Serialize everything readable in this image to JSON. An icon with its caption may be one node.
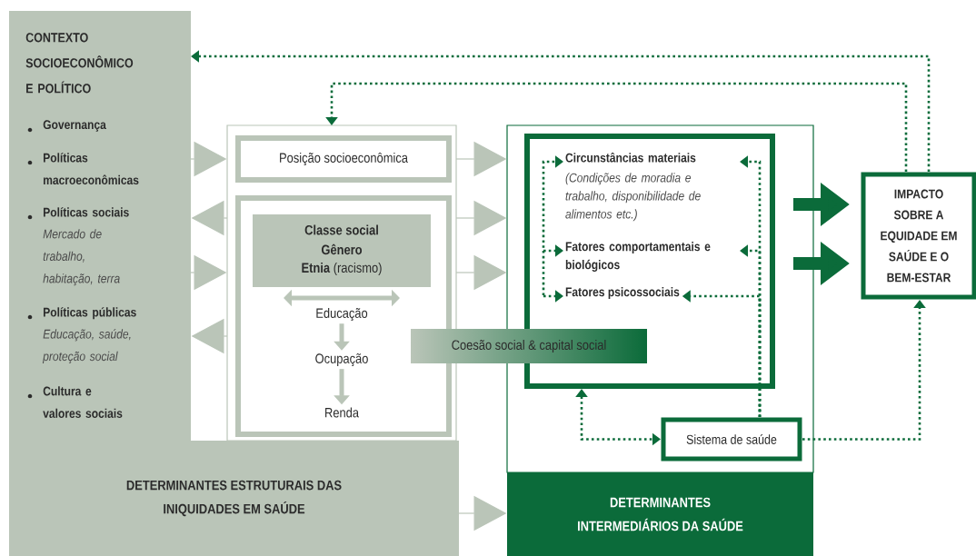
{
  "diagram": {
    "nodes": [
      {
        "text": [
          "CONTEXTO SOCIOECONÔMICO E POLÍTICO",
          "Governança",
          "Políticas macroeconômicas",
          "Políticas sociais",
          "Mercado de trabalho, habitação, terra",
          "Políticas públicas",
          "Educação, saúde, proteção social",
          "Cultura e valores sociais"
        ]
      },
      {
        "text": [
          "DETERMINANTES ESTRUTURAIS DAS INIQUIDADES EM SAÚDE"
        ]
      },
      {
        "text": [],
        "shape": "box"
      },
      {
        "text": [
          "Posição socioeconômica"
        ],
        "in": 2
      },
      {
        "text": [],
        "shape": "box",
        "in": 2
      },
      {
        "text": [
          "Classe social",
          "Gênero",
          "**Etnia** (racismo)"
        ],
        "in": 4
      },
      {
        "text": [
          "Educação"
        ],
        "in": 4
      },
      {
        "text": [
          "Ocupação"
        ],
        "in": 4
      },
      {
        "text": [
          "Renda"
        ],
        "in": 4
      },
      {
        "text": [],
        "shape": "box"
      },
      {
        "text": [
          "DETERMINANTES INTERMEDIÁRIOS DA SAÚDE"
        ]
      },
      {
        "text": [],
        "shape": "box",
        "in": 9
      },
      {
        "text": [
          "Circunstâncias materiais",
          "(Condições de moradia e trabalho, disponibilidade de alimentos etc.)"
        ],
        "in": 11
      },
      {
        "text": [
          "Fatores comportamentais e biológicos"
        ],
        "in": 11
      },
      {
        "text": [
          "Fatores psicossociais"
        ],
        "in": 11
      },
      {
        "text": [
          "Coesão social & capital social"
        ]
      },
      {
        "text": [
          "Sistema de saúde"
        ],
        "in": 9
      },
      {
        "text": [
          "IMPACTO SOBRE A EQUIDADE EM SAÚDE E O BEM-ESTAR"
        ]
      }
    ],
    "edges": [
      {
        "from": 0,
        "to": 2,
        "arrow": "to",
        "color": "#bac5b8"
      },
      {
        "from": 2,
        "to": 0,
        "arrow": "to",
        "color": "#bac5b8"
      },
      {
        "from": 0,
        "to": 2,
        "arrow": "to",
        "color": "#bac5b8"
      },
      {
        "from": 2,
        "to": 0,
        "arrow": "to",
        "color": "#bac5b8"
      },
      {
        "from": 2,
        "to": 9,
        "arrow": "to",
        "color": "#bac5b8"
      },
      {
        "from": 2,
        "to": 9,
        "arrow": "to",
        "color": "#bac5b8"
      },
      {
        "from": 2,
        "to": 9,
        "arrow": "to",
        "color": "#bac5b8"
      },
      {
        "from": 1,
        "to": 10,
        "arrow": "to",
        "color": "#bac5b8"
      },
      {
        "from": 6,
        "to": 7,
        "arrow": "to",
        "style": "thick",
        "color": "#bac5b8"
      },
      {
        "from": 7,
        "to": 8,
        "arrow": "to",
        "style": "thick",
        "color": "#bac5b8"
      },
      {
        "from": 11,
        "to": 17,
        "arrow": "to",
        "style": "thick",
        "color": "#0b6b3a"
      },
      {
        "from": 11,
        "to": 17,
        "arrow": "to",
        "style": "thick",
        "color": "#0b6b3a"
      },
      {
        "from": 17,
        "to": 0,
        "arrow": "to",
        "style": "dashed",
        "color": "#0b6b3a"
      },
      {
        "from": 17,
        "to": 2,
        "arrow": "to",
        "style": "dashed",
        "color": "#0b6b3a"
      },
      {
        "from": null,
        "to": 12,
        "arrow": "to",
        "style": "dashed",
        "color": "#0b6b3a"
      },
      {
        "from": null,
        "to": 13,
        "arrow": "to",
        "style": "dashed",
        "color": "#0b6b3a"
      },
      {
        "from": null,
        "to": 14,
        "arrow": "to",
        "style": "dashed",
        "color": "#0b6b3a"
      },
      {
        "from": 16,
        "to": 12,
        "arrow": "to",
        "style": "dashed",
        "color": "#0b6b3a"
      },
      {
        "from": 16,
        "to": 13,
        "arrow": "to",
        "style": "dashed",
        "color": "#0b6b3a"
      },
      {
        "from": 16,
        "to": 14,
        "arrow": "to",
        "style": "dashed",
        "color": "#0b6b3a"
      },
      {
        "from": 11,
        "to": 16,
        "arrow": "both",
        "style": "dashed",
        "color": "#0b6b3a"
      },
      {
        "from": 16,
        "to": 17,
        "arrow": "to",
        "style": "dashed",
        "color": "#0b6b3a"
      }
    ]
  }
}
